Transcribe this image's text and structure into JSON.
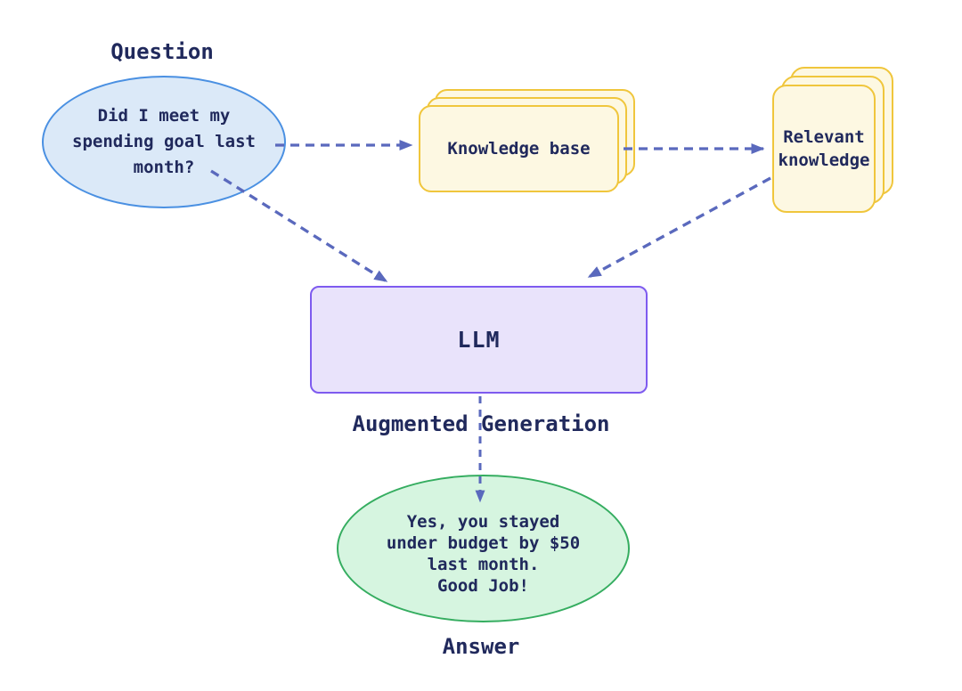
{
  "background": "#ffffff",
  "text_color": "#20295c",
  "labels": {
    "question": "Question",
    "augmented_generation": "Augmented Generation",
    "answer": "Answer"
  },
  "nodes": {
    "question_bubble": {
      "lines": [
        "Did I meet my",
        "spending goal last",
        "month?"
      ],
      "fill": "#dbe9f8",
      "border": "#4a90e2"
    },
    "knowledge_base": {
      "label": "Knowledge base",
      "fill": "#fdf8e2",
      "border": "#f0c63c"
    },
    "relevant_knowledge": {
      "lines": [
        "Relevant",
        "knowledge"
      ],
      "fill": "#fdf8e2",
      "border": "#f0c63c"
    },
    "llm": {
      "label": "LLM",
      "fill": "#e9e3fb",
      "border": "#7e5bef"
    },
    "answer_bubble": {
      "lines": [
        "Yes, you stayed",
        "under budget by $50",
        "last month.",
        "Good Job!"
      ],
      "fill": "#d6f5e0",
      "border": "#35ad60"
    }
  },
  "arrows": {
    "color": "#5a69bd",
    "style": "dashed",
    "connections": [
      "question-bubble -> knowledge-base",
      "knowledge-base -> relevant-knowledge",
      "question-bubble -> llm",
      "relevant-knowledge -> llm",
      "llm -> answer-bubble"
    ]
  }
}
